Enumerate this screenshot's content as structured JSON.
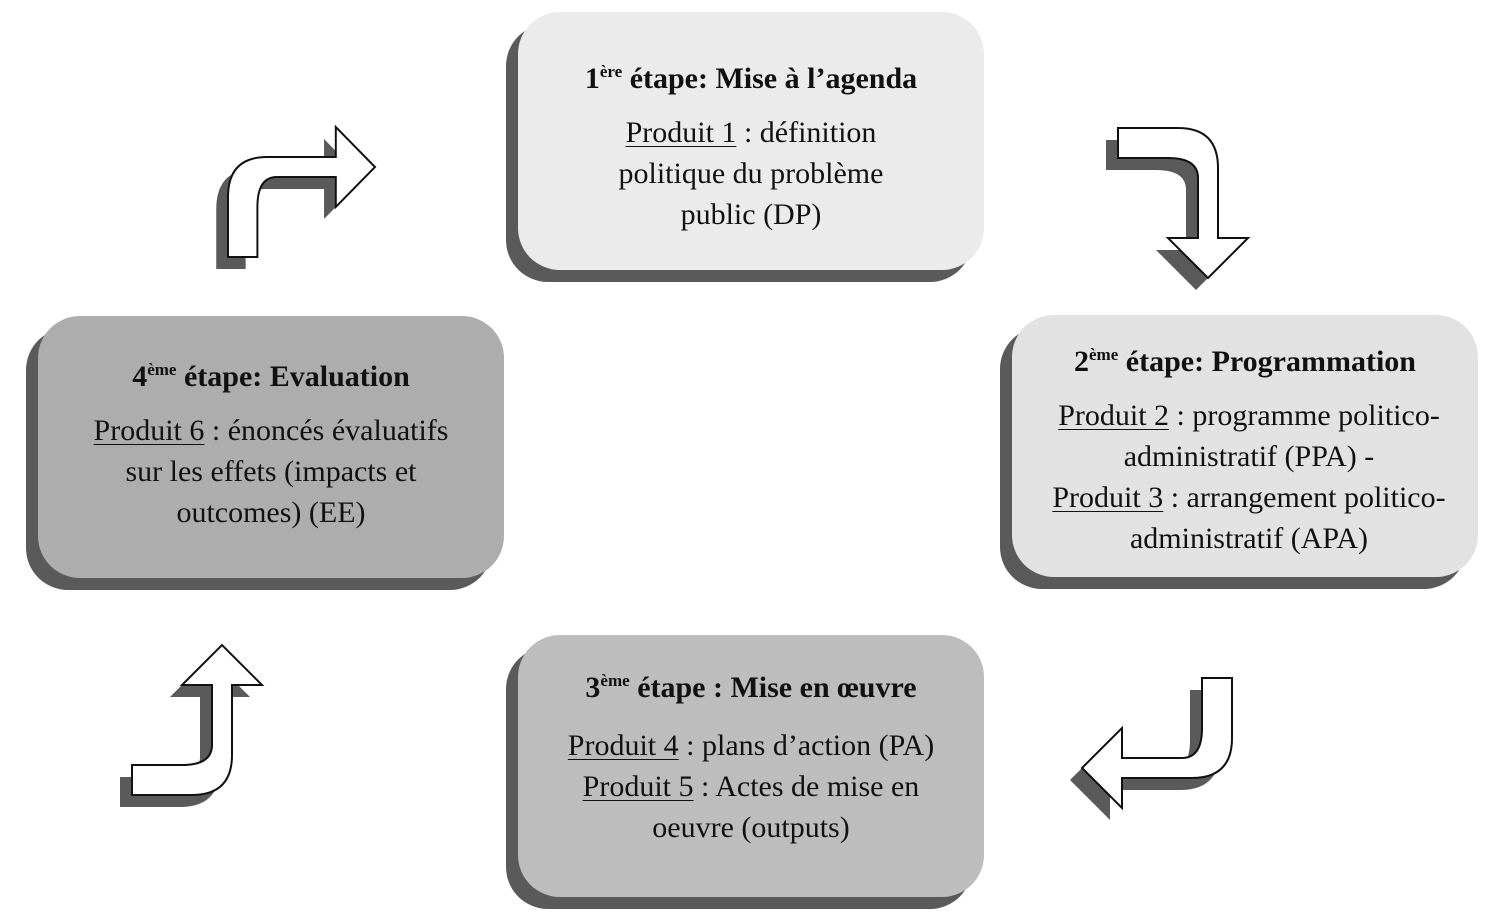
{
  "colors": {
    "step1_fill": "#ebebeb",
    "step2_fill": "#e2e2e2",
    "step3_fill": "#bdbdbd",
    "step4_fill": "#adadad",
    "shadow": "#5a5a5a",
    "arrow_fill": "#ffffff",
    "arrow_stroke": "#111111"
  },
  "steps": {
    "step1": {
      "num": "1",
      "sup": "ère",
      "title": " étape: Mise à l’agenda",
      "p1": "Produit 1",
      "t1": " : définition politique  du problème public (DP)"
    },
    "step2": {
      "num": "2",
      "sup": "ème",
      "title": " étape: Programmation",
      "p1": "Produit 2",
      "t1": " : programme politico-administratif (PPA) -",
      "p2": "Produit 3",
      "t2": " : arrangement politico-administratif (APA)"
    },
    "step3": {
      "num": "3",
      "sup": "ème",
      "title": " étape : Mise en œuvre",
      "p1": "Produit 4",
      "t1": " : plans d’action (PA)",
      "p2": "Produit 5",
      "t2": " : Actes de mise en oeuvre (outputs)"
    },
    "step4": {
      "num": "4",
      "sup": "ème",
      "title": " étape: Evaluation",
      "p1": "Produit 6",
      "t1": " : énoncés évaluatifs sur les effets (impacts et outcomes) (EE)"
    }
  },
  "arrows": [
    {
      "icon": "curved-arrow-right-icon",
      "from": "step4",
      "to": "step1"
    },
    {
      "icon": "curved-arrow-down-icon",
      "from": "step1",
      "to": "step2"
    },
    {
      "icon": "curved-arrow-left-icon",
      "from": "step2",
      "to": "step3"
    },
    {
      "icon": "curved-arrow-up-icon",
      "from": "step3",
      "to": "step4"
    }
  ]
}
